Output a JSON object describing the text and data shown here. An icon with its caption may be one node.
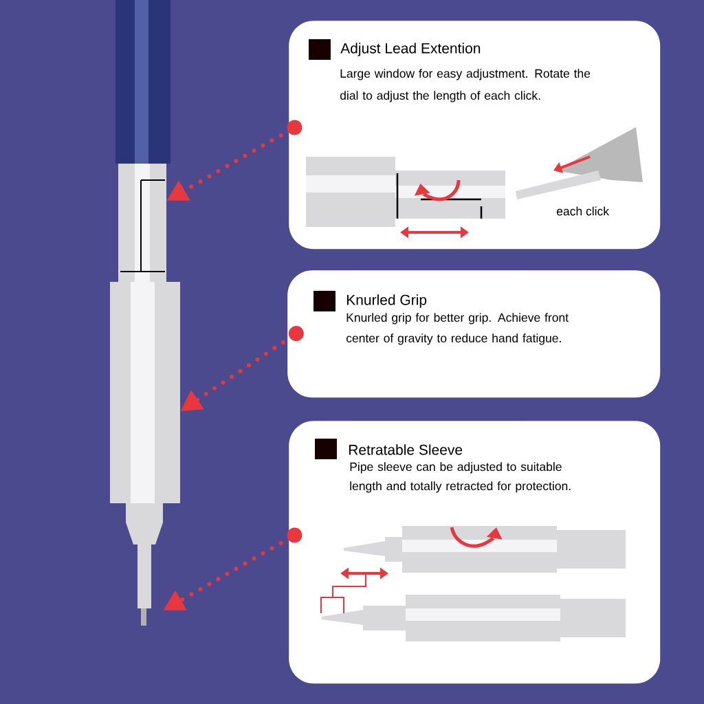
{
  "diagram": {
    "nodes": [
      {
        "text": [
          "Adjust Lead Extention",
          "Large window for easy adjustment. Rotate the dial to adjust the length of each click."
        ]
      },
      {
        "text": [
          "Knurled Grip",
          "Knurled grip for better grip. Achieve front center of gravity to reduce hand fatigue."
        ]
      },
      {
        "text": [
          "Retratable Sleeve",
          "Pipe sleeve can be adjusted to suitable length and totally retracted for protection."
        ]
      },
      {
        "text": [],
        "shape": "picture"
      },
      {
        "text": [],
        "shape": "picture"
      },
      {
        "text": [],
        "shape": "picture"
      }
    ],
    "edges": [
      {
        "from": 0,
        "to": 3,
        "arrow": "to",
        "style": "dashed"
      },
      {
        "from": 1,
        "to": 4,
        "arrow": "to",
        "style": "dashed"
      },
      {
        "from": 2,
        "to": 5,
        "arrow": "to",
        "style": "dashed"
      }
    ],
    "labels": [
      "each click"
    ]
  }
}
